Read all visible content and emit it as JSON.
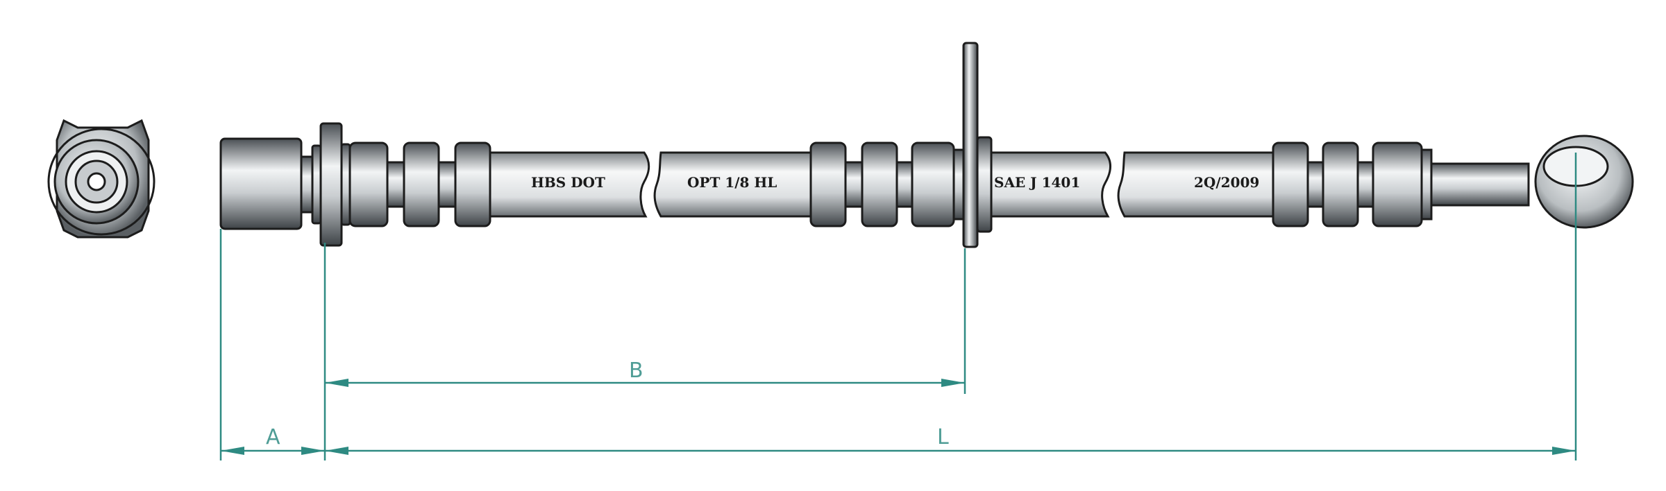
{
  "hose_markings": [
    "HBS DOT",
    "OPT 1/8 HL",
    "SAE J 1401",
    "2Q/2009"
  ],
  "dimensions": {
    "a": "A",
    "b": "B",
    "l": "L"
  },
  "colors": {
    "dimension": "#2e8a82",
    "metal_dark": "#4a4f54",
    "metal_light": "#f2f4f5"
  }
}
